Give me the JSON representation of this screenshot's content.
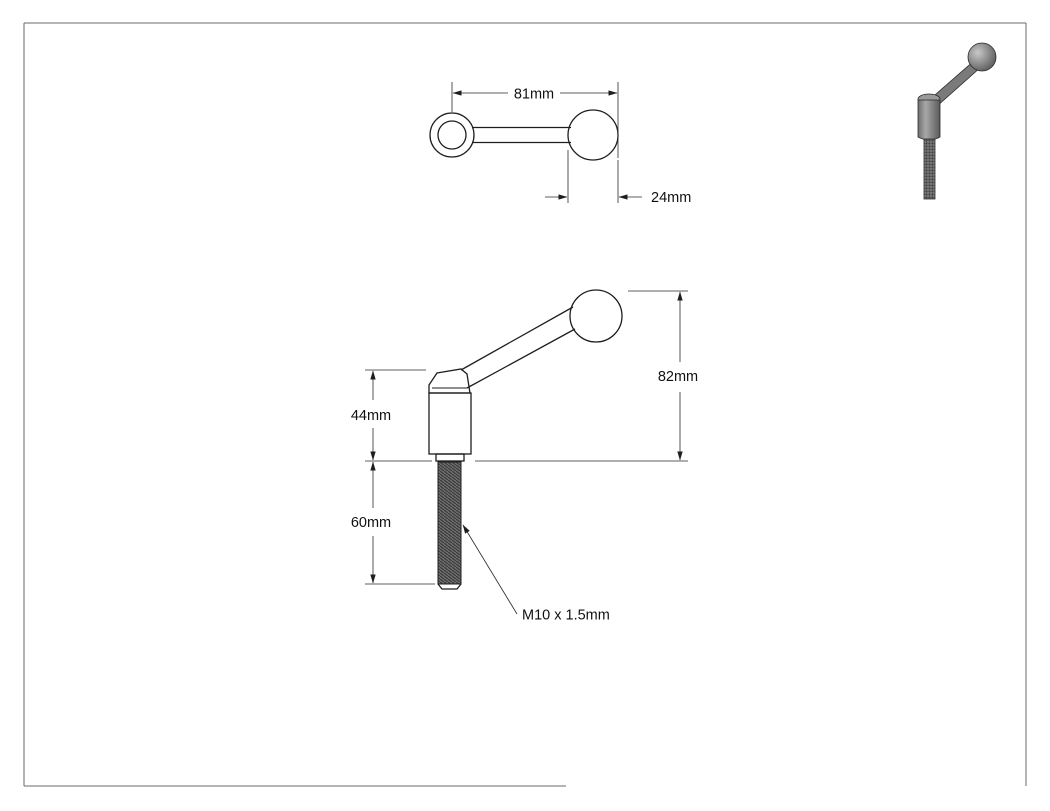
{
  "drawing": {
    "dimensions": {
      "top_width": "81mm",
      "ball_diameter": "24mm",
      "overall_height": "82mm",
      "body_height": "44mm",
      "thread_length": "60mm",
      "thread_spec": "M10 x 1.5mm"
    }
  }
}
